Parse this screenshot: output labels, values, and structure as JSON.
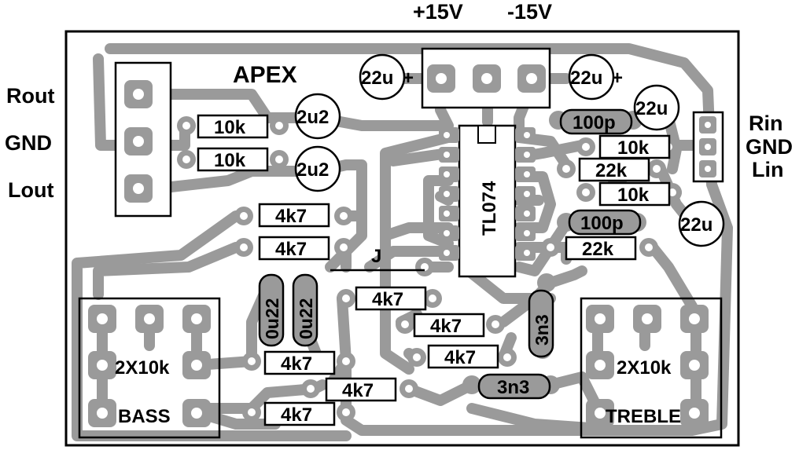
{
  "board": {
    "title": "APEX",
    "power_labels": {
      "pos": "+15V",
      "neg": "-15V"
    },
    "left_labels": {
      "rout": "Rout",
      "gnd": "GND",
      "lout": "Lout"
    },
    "right_labels": {
      "rin": "Rin",
      "gnd": "GND",
      "lin": "Lin"
    },
    "jumper": "J",
    "ic": "TL074"
  },
  "resistors": {
    "r1": "10k",
    "r2": "10k",
    "r3": "4k7",
    "r4": "4k7",
    "r5": "4k7",
    "r6": "4k7",
    "r7": "4k7",
    "r8": "4k7",
    "r9": "4k7",
    "r10": "4k7",
    "r11": "10k",
    "r12": "22k",
    "r13": "10k",
    "r14": "22k"
  },
  "capacitors": {
    "c_2u2_a": "2u2",
    "c_2u2_b": "2u2",
    "c_22u_pos_a": "22u",
    "c_22u_pos_b": "22u",
    "plus_sign": "+",
    "c_22u_r": "22u",
    "c_22u_r2": "22u",
    "c_100p_a": "100p",
    "c_100p_b": "100p",
    "c_0u22_a": "0u22",
    "c_0u22_b": "0u22",
    "c_3n3_a": "3n3",
    "c_3n3_b": "3n3"
  },
  "pots": {
    "bass_value": "2X10k",
    "bass_name": "BASS",
    "treble_value": "2X10k",
    "treble_name": "TREBLE"
  },
  "colors": {
    "trace": "#9a9a9a",
    "ink": "#000000",
    "board": "#ffffff"
  }
}
